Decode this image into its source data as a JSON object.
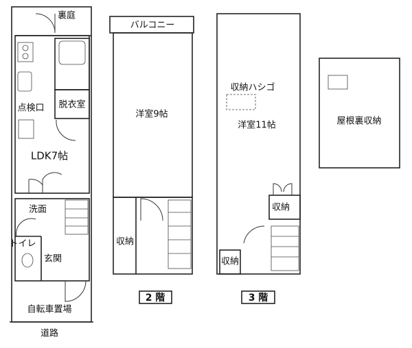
{
  "floor1": {
    "rooms": {
      "backyard": "裏庭",
      "inspection_hatch": "点検口",
      "dressing_room": "脱衣室",
      "ldk": "LDK7帖",
      "washroom": "洗面",
      "toilet": "トイレ",
      "entrance": "玄関",
      "bicycle_parking": "自転車置場"
    },
    "road": "道路"
  },
  "floor2": {
    "balcony": "バルコニー",
    "western_room": "洋室9帖",
    "storage": "収納",
    "label": "2 階"
  },
  "floor3": {
    "ladder_storage": "収納ハシゴ",
    "western_room": "洋室11帖",
    "storage_right": "収納",
    "storage_left": "収納",
    "label": "3 階"
  },
  "attic": {
    "label": "屋根裏収納"
  }
}
